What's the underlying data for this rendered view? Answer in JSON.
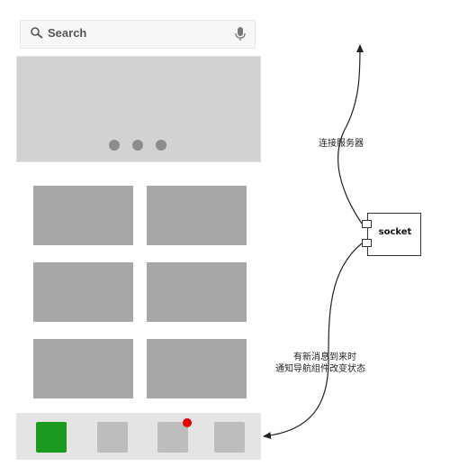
{
  "search": {
    "placeholder": "Search",
    "left_icon": "search-icon",
    "right_icon": "mic-icon"
  },
  "banner": {
    "page_dots": 3
  },
  "grid": {
    "rows": 3,
    "columns": 2
  },
  "bottom_nav": {
    "tabs": 4,
    "active_tab": 1,
    "badge_tab": 3,
    "active_color": "#1a9b1f",
    "badge_color": "#e60000"
  },
  "socket": {
    "label": "socket"
  },
  "labels": {
    "connect_server": "连接服务器",
    "notify_line1": "有新消息到来时",
    "notify_line2": "通知导航组件改变状态"
  }
}
